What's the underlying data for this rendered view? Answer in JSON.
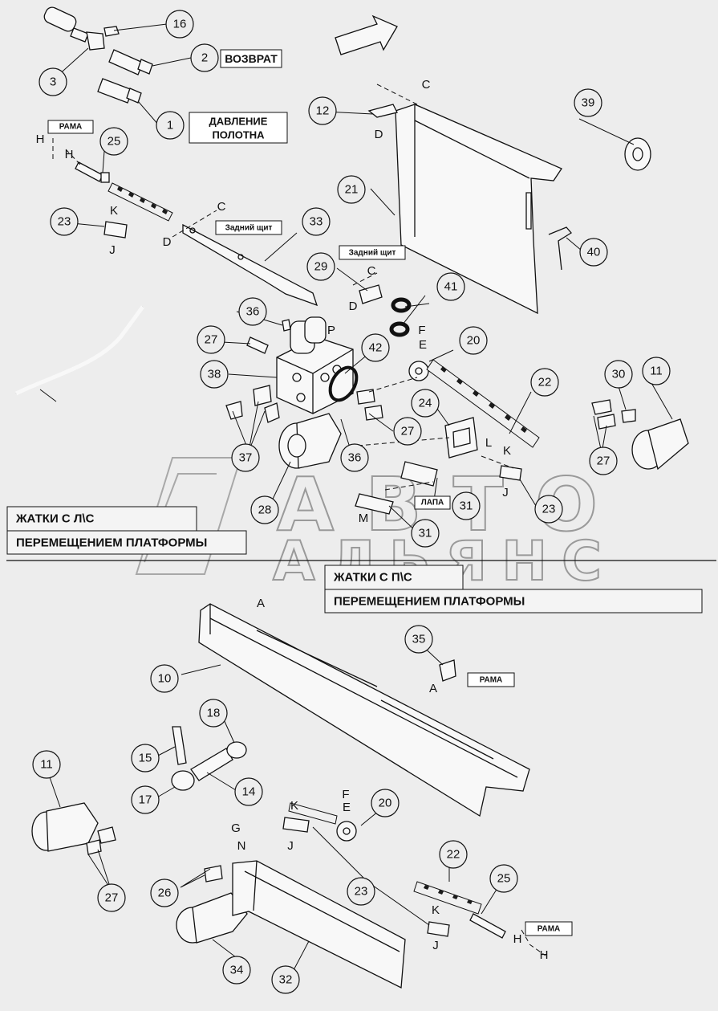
{
  "bubbles": [
    "16",
    "2",
    "3",
    "1",
    "12",
    "39",
    "25",
    "21",
    "23",
    "33",
    "40",
    "29",
    "41",
    "36",
    "27",
    "38",
    "42",
    "20",
    "22",
    "24",
    "30",
    "11",
    "37",
    "28",
    "31",
    "23",
    "27",
    "31",
    "36",
    "27",
    "35",
    "10",
    "18",
    "15",
    "17",
    "14",
    "11",
    "20",
    "22",
    "25",
    "23",
    "26",
    "27",
    "34",
    "32"
  ],
  "letters": [
    "C",
    "D",
    "H",
    "H",
    "K",
    "J",
    "C",
    "D",
    "C",
    "D",
    "P",
    "F",
    "E",
    "L",
    "K",
    "J",
    "M",
    "A",
    "A",
    "F",
    "E",
    "K",
    "J",
    "G",
    "N",
    "K",
    "J",
    "H",
    "H"
  ],
  "notes": {
    "return_label": "ВОЗВРАТ",
    "pressure_label_line1": "ДАВЛЕНИЕ",
    "pressure_label_line2": "ПОЛОТНА",
    "frame_label_1": "РАМА",
    "rear_shield_1": "Задний щит",
    "rear_shield_2": "Задний щит",
    "paw_label": "ЛАПА",
    "frame_label_2": "РАМА",
    "frame_label_3": "РАМА"
  },
  "sections": {
    "left_line1": "ЖАТКИ С Л\\С",
    "left_line2": "ПЕРЕМЕЩЕНИЕМ ПЛАТФОРМЫ",
    "right_line1": "ЖАТКИ С П\\С",
    "right_line2": "ПЕРЕМЕЩЕНИЕМ ПЛАТФОРМЫ"
  },
  "watermark": {
    "line1": "АВТО",
    "line2": "АЛЬЯНС"
  }
}
